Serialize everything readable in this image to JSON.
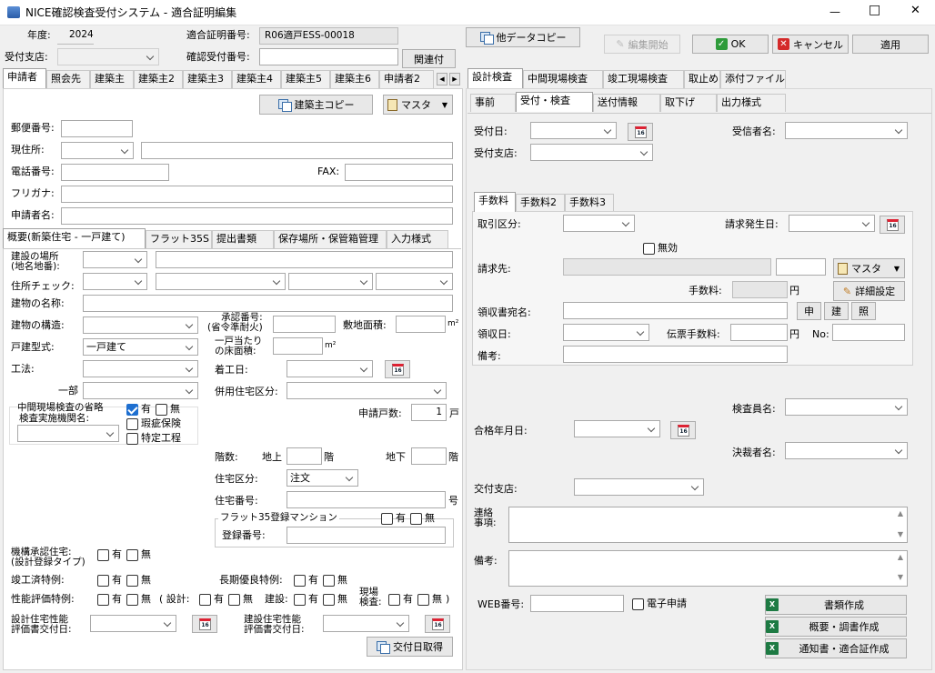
{
  "window": {
    "title": "NICE確認検査受付システム - 適合証明編集",
    "min": "—",
    "max": "□",
    "close": "✕"
  },
  "header": {
    "year_label": "年度:",
    "year_value": "2024",
    "branch_label": "受付支店:",
    "cert_no_label": "適合証明番号:",
    "cert_no_value": "R06適戸ESS-00018",
    "confirm_no_label": "確認受付番号:",
    "related_btn": "関連付",
    "copy_btn": "他データコピー",
    "edit_start": "編集開始",
    "ok": "OK",
    "cancel": "キャンセル",
    "apply": "適用"
  },
  "left_tabs": [
    "申請者",
    "照会先",
    "建築主",
    "建築主2",
    "建築主3",
    "建築主4",
    "建築主5",
    "建築主6",
    "申請者2"
  ],
  "applicant": {
    "copy_btn": "建築主コピー",
    "master_btn": "マスタ",
    "postal": "郵便番号:",
    "address": "現住所:",
    "tel": "電話番号:",
    "fax": "FAX:",
    "kana": "フリガナ:",
    "name": "申請者名:"
  },
  "sub_tabs": [
    "概要(新築住宅 - 一戸建て)",
    "フラット35S",
    "提出書類",
    "保存場所・保管箱管理",
    "入力様式"
  ],
  "overview": {
    "location": "建設の場所\n(地名地番):",
    "addr_check": "住所チェック:",
    "bldg_name": "建物の名称:",
    "structure": "建物の構造:",
    "house_type": "戸建型式:",
    "house_type_value": "一戸建て",
    "method": "工法:",
    "part": "一部",
    "mid_omit": "中間現場検査の省略",
    "inst": "検査実施機関名:",
    "yes": "有",
    "no": "無",
    "defect": "瑕疵保険",
    "special": "特定工程",
    "approval": "承認番号:\n(省令準耐火)",
    "site_area": "敷地面積:",
    "m2": "m²",
    "floor_area": "一戸当たり\nの床面積:",
    "start_date": "着工日:",
    "combined": "併用住宅区分:",
    "units": "申請戸数:",
    "units_value": "1",
    "units_suffix": "戸",
    "floors": "階数:",
    "above": "地上",
    "below": "地下",
    "floor_unit": "階",
    "housing_class": "住宅区分:",
    "housing_class_value": "注文",
    "housing_no": "住宅番号:",
    "go": "号",
    "flat35_group": "フラット35登録マンション",
    "reg_no": "登録番号:",
    "approved": "機構承認住宅:\n(設計登録タイプ)",
    "completed": "竣工済特例:",
    "longterm": "長期優良特例:",
    "perf": "性能評価特例:",
    "design": "( 設計:",
    "construct": "建設:",
    "site_inspect": "現場\n検査:",
    "close_paren": ")",
    "design_date": "設計住宅性能\n評価書交付日:",
    "const_date": "建設住宅性能\n評価書交付日:",
    "get_date": "交付日取得"
  },
  "right_tabs": [
    "設計検査",
    "中間現場検査",
    "竣工現場検査",
    "取止め",
    "添付ファイル"
  ],
  "right_sub_tabs": [
    "事前",
    "受付・検査",
    "送付情報",
    "取下げ",
    "出力様式"
  ],
  "reception": {
    "date": "受付日:",
    "branch": "受付支店:",
    "receiver": "受信者名:"
  },
  "fee_tabs": [
    "手数料",
    "手数料2",
    "手数料3"
  ],
  "fee": {
    "deal_type": "取引区分:",
    "invoice_date": "請求発生日:",
    "invalid": "無効",
    "bill_to": "請求先:",
    "master": "マスタ",
    "fee_label": "手数料:",
    "yen": "円",
    "detail": "詳細設定",
    "receipt_name": "領収書宛名:",
    "b_shin": "申",
    "b_ken": "建",
    "b_sho": "照",
    "receipt_date": "領収日:",
    "slip_fee": "伝票手数料:",
    "no": "No:",
    "note": "備考:"
  },
  "inspection": {
    "inspector": "検査員名:",
    "pass_date": "合格年月日:",
    "approver": "決裁者名:",
    "issue_branch": "交付支店:",
    "contact": "連絡\n事項:",
    "note": "備考:",
    "web_no": "WEB番号:",
    "e_apply": "電子申請",
    "doc_create": "書類作成",
    "summary_create": "概要・調書作成",
    "notice_create": "通知書・適合証作成"
  }
}
